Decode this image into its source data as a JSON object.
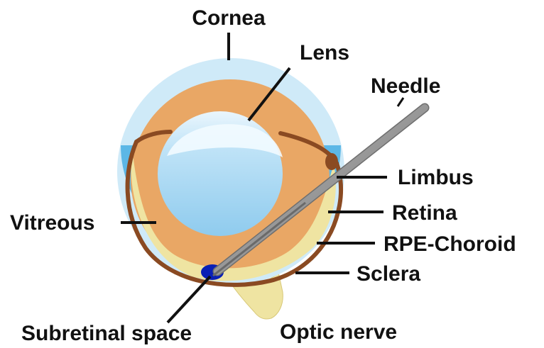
{
  "labels": {
    "cornea": "Cornea",
    "lens": "Lens",
    "needle": "Needle",
    "limbus": "Limbus",
    "retina": "Retina",
    "rpe_choroid": "RPE-Choroid",
    "sclera": "Sclera",
    "vitreous": "Vitreous",
    "subretinal_space": "Subretinal space",
    "optic_nerve": "Optic nerve"
  },
  "colors": {
    "cornea": "#cfeaf8",
    "sclera": "#5cb7e6",
    "vitreous": "#e9a765",
    "retina": "#efe4a2",
    "choroid": "#8a4a22",
    "lens": "#9fd2f0",
    "optic_nerve": "#efe4a2",
    "needle": "#8c8c8c",
    "bleb": "#0a1fb5",
    "label_line": "#111111"
  }
}
